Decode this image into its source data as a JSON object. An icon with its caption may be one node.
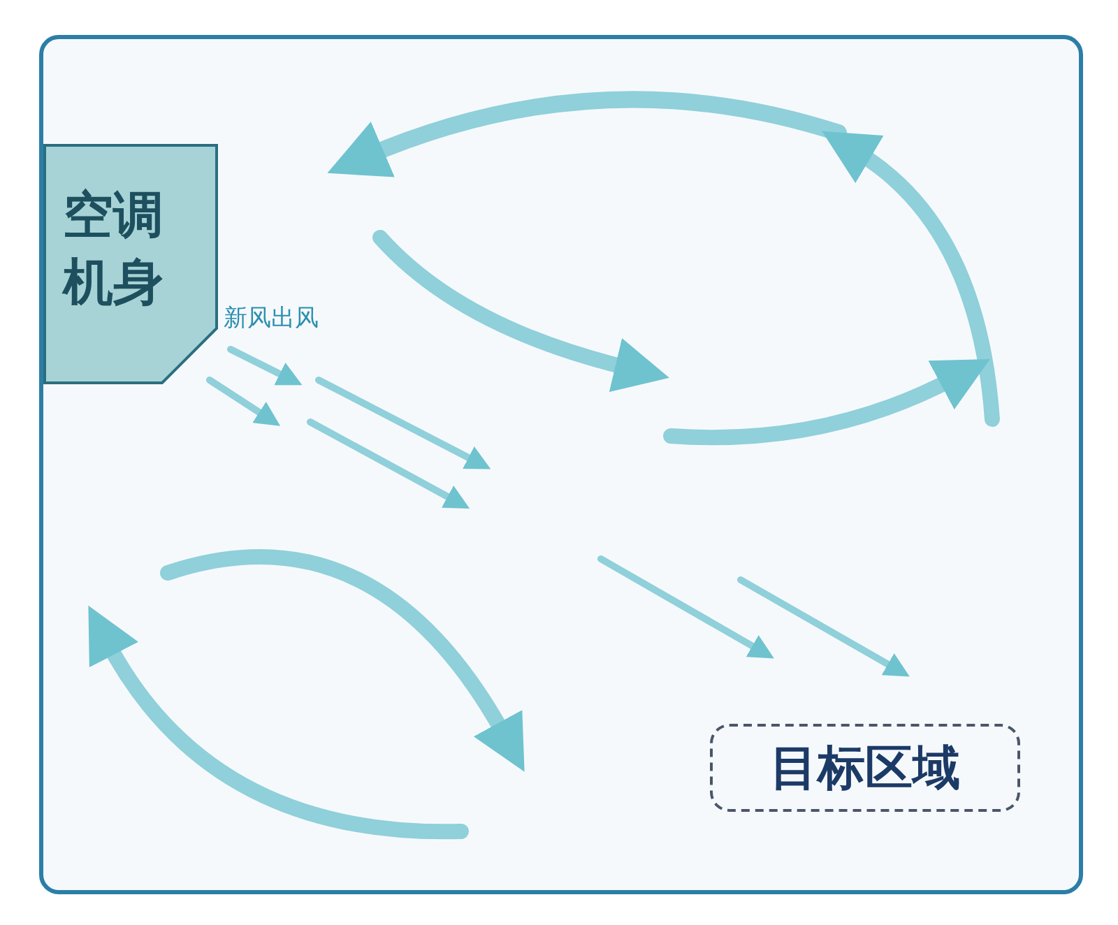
{
  "diagram": {
    "nodes": [
      {
        "text": [],
        "shape": "box"
      },
      {
        "text": [
          "空调机身"
        ],
        "in": 0
      },
      {
        "text": [
          "目标区域"
        ],
        "in": 0
      }
    ],
    "labels": [
      "新风出风"
    ]
  }
}
